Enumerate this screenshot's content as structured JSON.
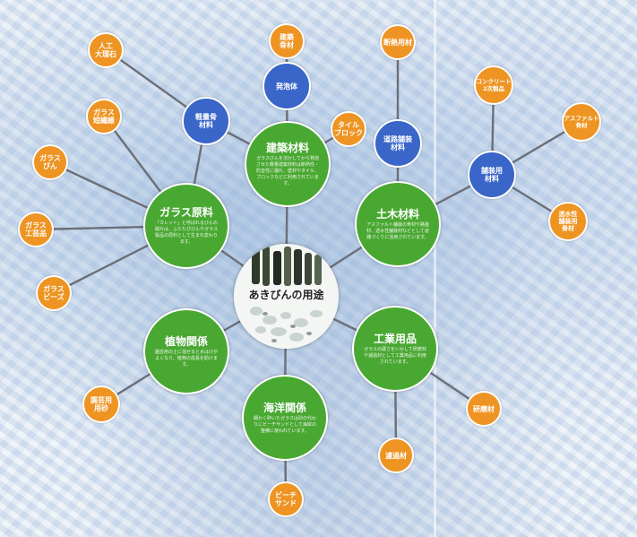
{
  "center": {
    "title": "あきびんの用途"
  },
  "categories": {
    "kenchiku": {
      "title": "建築材料",
      "desc": "ガラスびんを溶かしてから発泡させた軽量建築材料は断熱性・防音性に優れ、壁材やタイル、ブロックなどに利用されています。"
    },
    "garasu": {
      "title": "ガラス原料",
      "desc": "「カレット」と呼ばれるびんの破片は、ふたたびびんやガラス製品の原料として生まれ変わります。"
    },
    "doboku": {
      "title": "土木材料",
      "desc": "アスファルト舗装の骨材や路盤材、透水性舗装材などとして道路づくりに活用されています。"
    },
    "shokubutsu": {
      "title": "植物関係",
      "desc": "園芸用の土に混ぜると水はけがよくなり、植物の成長を助けます。"
    },
    "kogyo": {
      "title": "工業用品",
      "desc": "ガラスの硬さをいかして研磨材や濾過材として工業用品に利用されています。"
    },
    "kaiyo": {
      "title": "海洋関係",
      "desc": "細かく砕いたガラスは砂の代わりにビーチサンドとして海岸の整備に使われています。"
    }
  },
  "blue_nodes": {
    "keiryo": "軽量骨\n材料",
    "happo": "発泡体",
    "doro": "道路舗装\n材料",
    "hosou": "舗装用\n材料"
  },
  "orange_nodes": {
    "jinko": "人工\n大理石",
    "kenzai": "建築\n骨材",
    "danetsu": "断熱用材",
    "tile": "タイル\nブロック",
    "fiber": "ガラス\n短繊維",
    "bin": "ガラス\nびん",
    "kogeihin": "ガラス\n工芸品",
    "beads": "ガラス\nビーズ",
    "concrete": "コンクリート\n2次製品",
    "asphalt": "アスファルト\n骨材",
    "tosui": "透水性\n舗装用\n骨材",
    "engei": "園芸用\n用砂",
    "kenma": "研磨材",
    "roka": "濾過材",
    "beach": "ビーチ\nサンド"
  },
  "colors": {
    "green": "#49a832",
    "blue": "#3a66c9",
    "orange": "#ee9422",
    "line": "#6b6f78"
  }
}
